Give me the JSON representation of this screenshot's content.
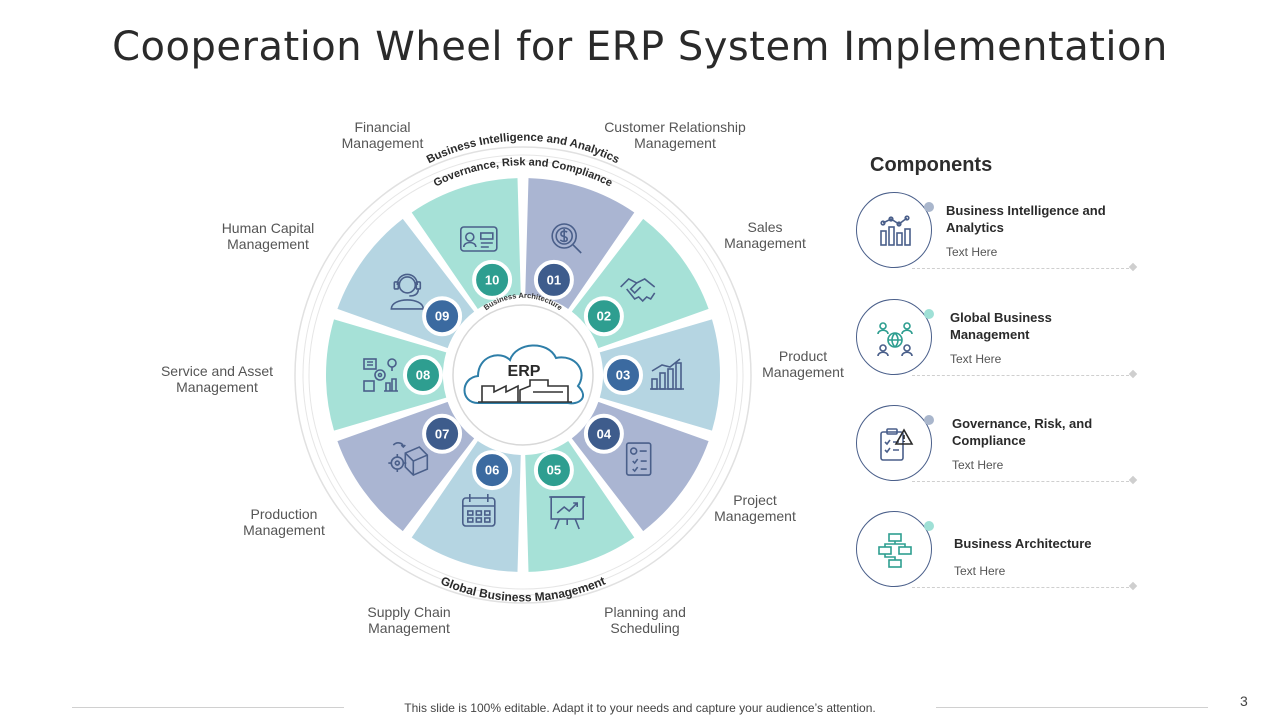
{
  "title": "Cooperation Wheel for ERP System Implementation",
  "center": {
    "label": "ERP",
    "inner_ring_label": "Business Architecture"
  },
  "ring_labels": {
    "top_outer": "Business Intelligence and Analytics",
    "top_inner": "Governance, Risk and Compliance",
    "bottom": "Global Business Management"
  },
  "segments": [
    {
      "number": "01",
      "label": "Financial Management",
      "icon": "dollar-search-icon"
    },
    {
      "number": "02",
      "label": "Customer Relationship Management",
      "icon": "handshake-icon"
    },
    {
      "number": "03",
      "label": "Sales Management",
      "icon": "bar-chart-icon"
    },
    {
      "number": "04",
      "label": "Product Management",
      "icon": "document-checklist-icon"
    },
    {
      "number": "05",
      "label": "Project Management",
      "icon": "presentation-board-icon"
    },
    {
      "number": "06",
      "label": "Planning and Scheduling",
      "icon": "calendar-icon"
    },
    {
      "number": "07",
      "label": "Supply Chain Management",
      "icon": "box-gear-icon"
    },
    {
      "number": "08",
      "label": "Production Management",
      "icon": "production-flow-icon"
    },
    {
      "number": "09",
      "label": "Service and Asset Management",
      "icon": "support-agent-icon"
    },
    {
      "number": "10",
      "label": "Human Capital Management",
      "icon": "id-card-icon"
    }
  ],
  "components": {
    "heading": "Components",
    "items": [
      {
        "name": "Business Intelligence and Analytics",
        "text": "Text Here",
        "icon": "analytics-chart-icon",
        "dot_color": "#a9b6cc"
      },
      {
        "name": "Global Business Management",
        "text": "Text Here",
        "icon": "global-people-icon",
        "dot_color": "#9fe0d6"
      },
      {
        "name": "Governance, Risk, and Compliance",
        "text": "Text Here",
        "icon": "clipboard-warning-icon",
        "dot_color": "#a9b6cc"
      },
      {
        "name": "Business Architecture",
        "text": "Text Here",
        "icon": "hierarchy-icon",
        "dot_color": "#9fe0d6"
      }
    ]
  },
  "footer": "This slide is 100% editable. Adapt it to your needs and capture your audience’s attention.",
  "page_number": "3",
  "colors": {
    "mint": "#a6e1d7",
    "light_blue": "#b5d5e2",
    "lavender": "#aab5d2",
    "teal_badge": "#2e9e90",
    "blue_badge": "#3b6aa0",
    "navy_badge": "#3e5c8c",
    "icon_stroke": "#4a5f8a"
  }
}
